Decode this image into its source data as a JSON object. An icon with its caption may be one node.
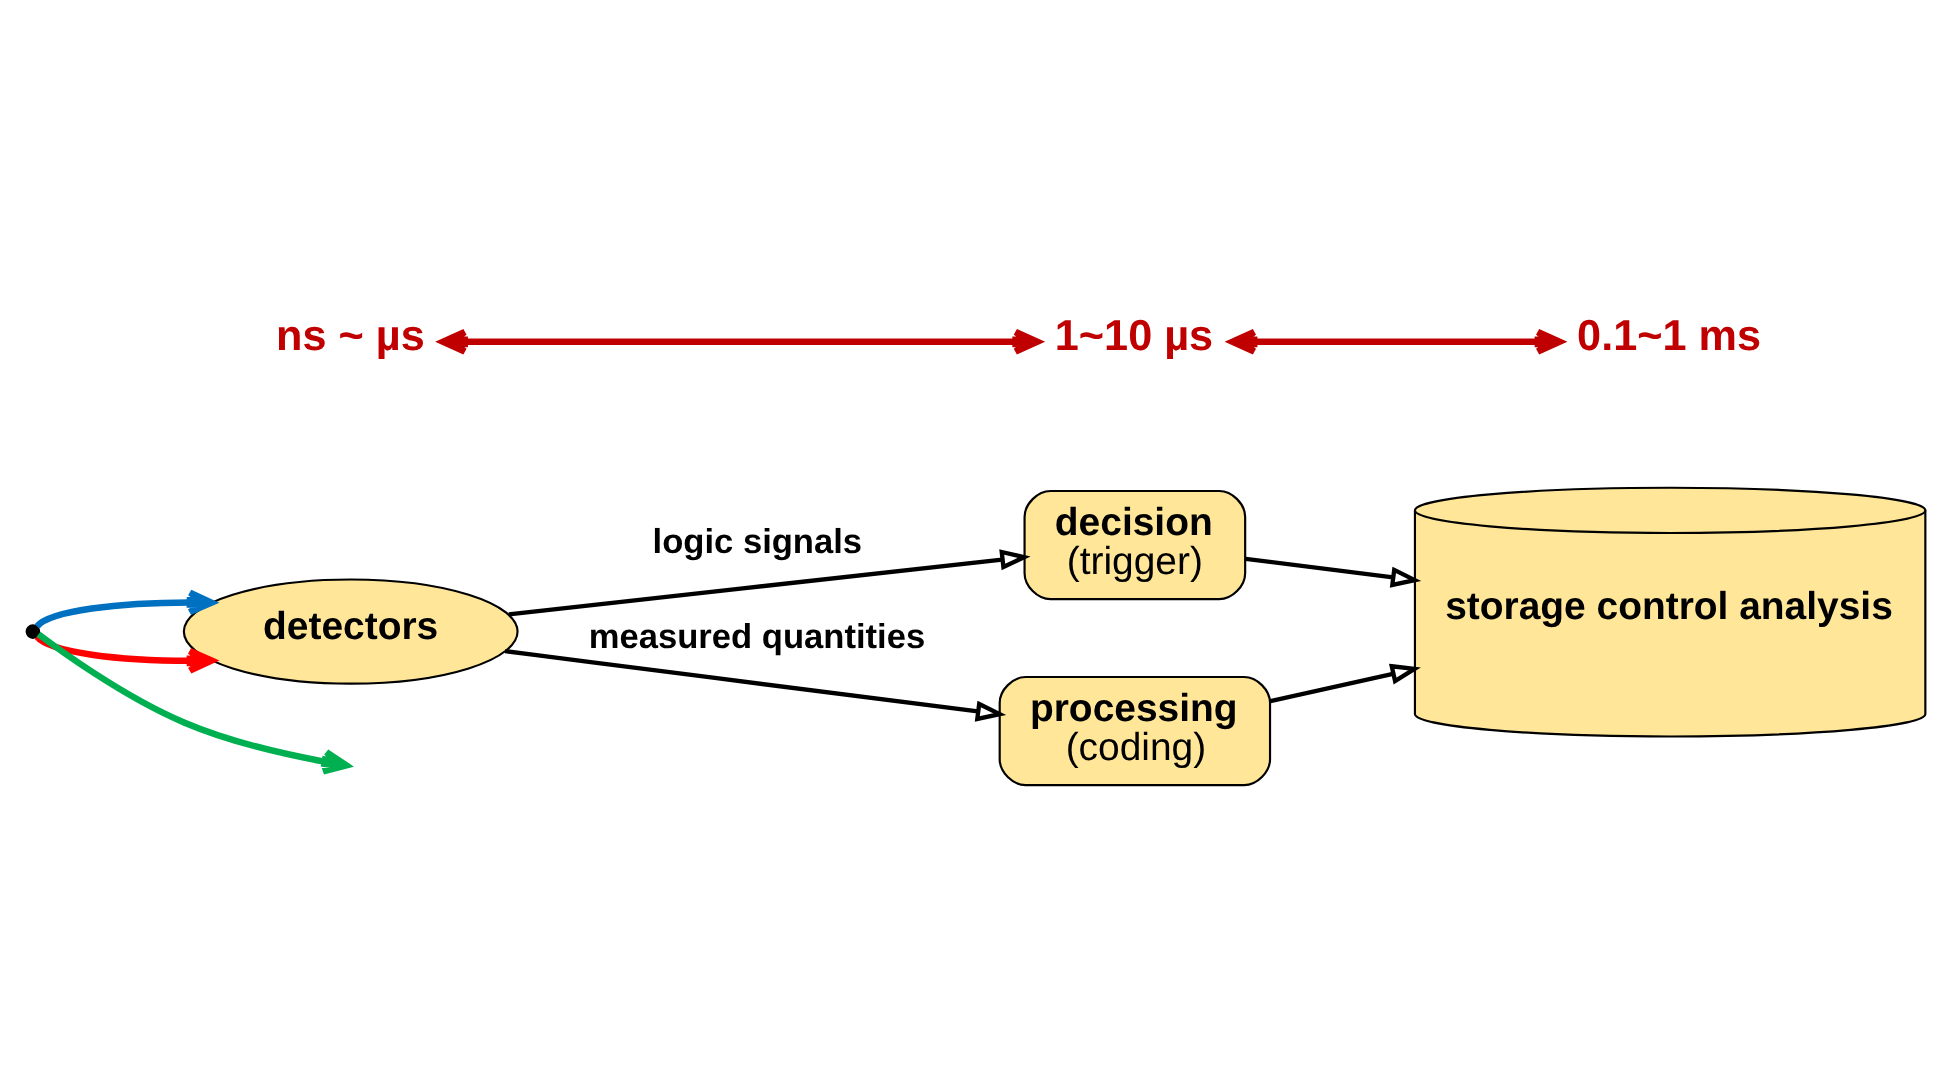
{
  "diagram": {
    "nodes": [
      {
        "text": [
          "detectors"
        ]
      },
      {
        "text": [
          "decision",
          "(trigger)"
        ]
      },
      {
        "text": [
          "processing",
          "(coding)"
        ]
      },
      {
        "text": [
          "storage control analysis"
        ]
      },
      {
        "text": [],
        "shape": "point"
      }
    ],
    "edges": [
      {
        "from": 0,
        "to": 1,
        "arrow": "to",
        "label": "logic signals"
      },
      {
        "from": 0,
        "to": 2,
        "arrow": "to",
        "label": "measured quantities"
      },
      {
        "from": 1,
        "to": 3,
        "arrow": "to"
      },
      {
        "from": 2,
        "to": 3,
        "arrow": "to"
      },
      {
        "from": 4,
        "to": 0,
        "arrow": "to",
        "color": "#ff0000"
      },
      {
        "from": 4,
        "to": 0,
        "arrow": "to",
        "color": "#0070c0"
      },
      {
        "from": 4,
        "to": null,
        "arrow": "to",
        "color": "#00b050"
      }
    ],
    "labels": [
      "ns ~ µs",
      "1~10 µs",
      "0.1~1 ms"
    ]
  }
}
